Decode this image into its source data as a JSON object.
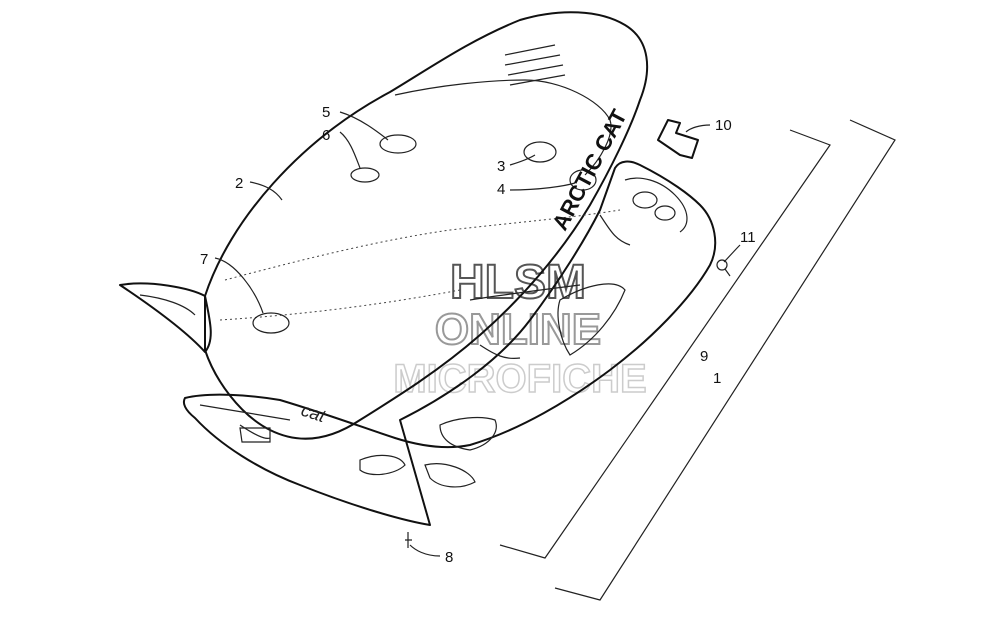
{
  "watermark": {
    "line1": "HLSM",
    "line2": "ONLINE",
    "line3": "MICROFICHE"
  },
  "seat_logo": {
    "text": "ARCTIC CAT",
    "script": "cat"
  },
  "callouts": [
    "1",
    "2",
    "3",
    "4",
    "5",
    "6",
    "7",
    "8",
    "9",
    "10",
    "11"
  ],
  "colors": {
    "ink": "#111111",
    "background": "#ffffff",
    "watermark": "#dcdcdc"
  }
}
